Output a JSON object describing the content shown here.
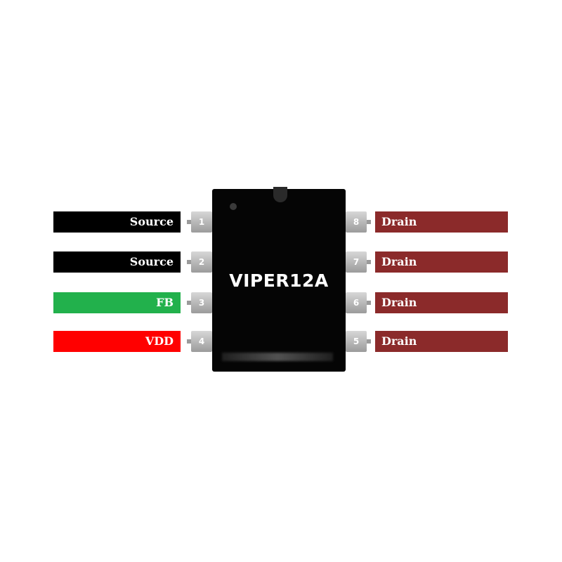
{
  "chip": {
    "label": "VIPER12A",
    "body_color": "#050505"
  },
  "pins_left": [
    {
      "number": "1",
      "label": "Source",
      "color": "#000000"
    },
    {
      "number": "2",
      "label": "Source",
      "color": "#000000"
    },
    {
      "number": "3",
      "label": "FB",
      "color": "#22b14c"
    },
    {
      "number": "4",
      "label": "VDD",
      "color": "#ff0000"
    }
  ],
  "pins_right": [
    {
      "number": "8",
      "label": "Drain",
      "color": "#8b2a2a"
    },
    {
      "number": "7",
      "label": "Drain",
      "color": "#8b2a2a"
    },
    {
      "number": "6",
      "label": "Drain",
      "color": "#8b2a2a"
    },
    {
      "number": "5",
      "label": "Drain",
      "color": "#8b2a2a"
    }
  ]
}
